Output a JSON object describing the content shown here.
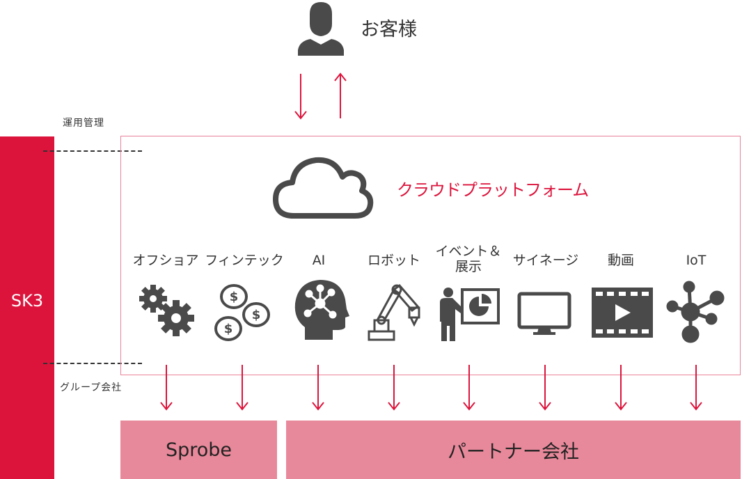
{
  "customer": {
    "label": "お客様",
    "icon": "person-icon"
  },
  "sk3": {
    "label": "SK3",
    "color": "#dc143c"
  },
  "ops_label": "運用管理",
  "group_label": "グループ会社",
  "platform": {
    "title": "クラウドプラットフォーム",
    "icon": "cloud-icon",
    "accent": "#dc143c"
  },
  "services": [
    {
      "label": "オフショア",
      "icon": "gears-icon"
    },
    {
      "label": "フィンテック",
      "icon": "coins-icon"
    },
    {
      "label": "AI",
      "icon": "brain-icon"
    },
    {
      "label": "ロボット",
      "icon": "robot-arm-icon"
    },
    {
      "label": "イベント＆\n展示",
      "icon": "presentation-icon"
    },
    {
      "label": "サイネージ",
      "icon": "monitor-icon"
    },
    {
      "label": "動画",
      "icon": "video-icon"
    },
    {
      "label": "IoT",
      "icon": "network-icon"
    }
  ],
  "bottom": {
    "sprobe": "Sprobe",
    "partner": "パートナー会社",
    "color": "#e8899b"
  }
}
